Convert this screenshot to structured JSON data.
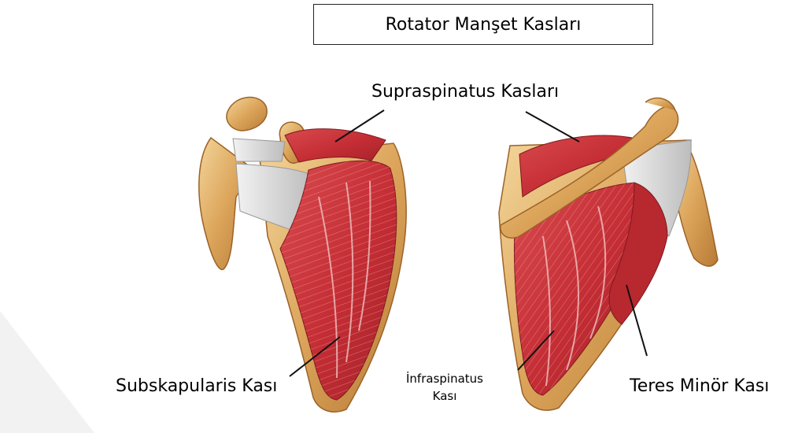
{
  "title": "Rotator Manşet Kasları",
  "labels": {
    "supraspinatus": "Supraspinatus Kasları",
    "subscapularis": "Subskapularis Kası",
    "infraspinatus": "İnfraspinatus Kası",
    "teres_minor": "Teres Minör Kası"
  },
  "colors": {
    "muscle": "#c9343a",
    "muscle_dark": "#8f1d24",
    "bone": "#d9a25a",
    "bone_light": "#f0cf8e",
    "tendon": "#dcdcdc"
  }
}
